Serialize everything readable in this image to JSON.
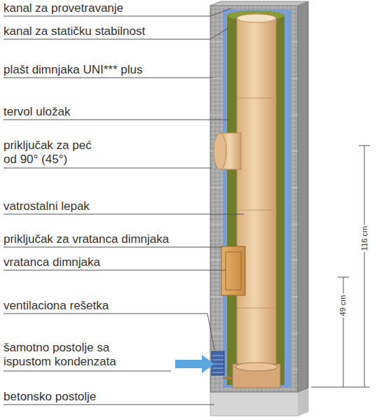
{
  "diagram": {
    "labels": [
      "kanal za provetravanje",
      "kanal za statičku stabilnost",
      "plašt dimnjaka UNI*** plus",
      "tervol uložak",
      "priključak za peć od 90° (45°)",
      "vatrostalni lepak",
      "priključak za vratanca dimnjaka",
      "vratanca dimnjaka",
      "ventilaciona rešetka",
      "šamotno postolje sa ispustom kondenzata",
      "betonsko postolje",
      "116 cm",
      "49 cm"
    ]
  }
}
